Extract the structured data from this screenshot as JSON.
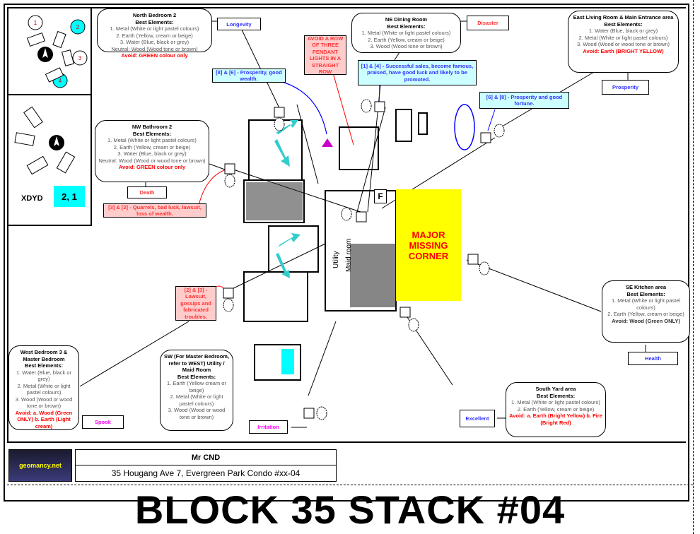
{
  "compass_panel": {
    "numbers": [
      "1",
      "2",
      "3",
      "4"
    ],
    "highlighted": [
      "2",
      "4"
    ]
  },
  "xdyd": {
    "label": "XDYD",
    "value": "2, 1"
  },
  "bubbles": {
    "north_bedroom": {
      "title": "North Bedroom 2",
      "subtitle": "Best Elements:",
      "lines": [
        "1. Metal (White or light pastel colours)",
        "2. Earth (Yellow, cream or beige)",
        "3. Water (Blue, black or grey)",
        "Neutral: Wood (Wood tone or brown)"
      ],
      "avoid": "Avoid: GREEN colour only"
    },
    "ne_dining": {
      "title": "NE Dining Room",
      "subtitle": "Best Elements:",
      "lines": [
        "1. Metal (White or light pastel colours)",
        "2. Earth (Yellow, cream or beige)",
        "3. Wood (Wood tone or brown)"
      ],
      "avoid": ""
    },
    "east_living": {
      "title": "East Living Room & Main Entrance area",
      "subtitle": "Best Elements:",
      "lines": [
        "1. Water (Blue, black or grey)",
        "2. Metal (White or light pastel colours)",
        "3. Wood (Wood or wood tone or brown)"
      ],
      "avoid": "Avoid: Earth (BRIGHT YELLOW)"
    },
    "nw_bathroom": {
      "title": "NW Bathroom 2",
      "subtitle": "Best Elements:",
      "lines": [
        "1. Metal (White or light pastel colours)",
        "2. Earth (Yellow, cream or beige)",
        "3. Water (Blue, black or grey)",
        "Neutral: Wood (Wood or wood tone or brown)"
      ],
      "avoid": "Avoid: GREEN colour only"
    },
    "se_kitchen": {
      "title": "SE Kitchen area",
      "subtitle": "Best Elements:",
      "lines": [
        "1. Metal (White or light pastel colours)",
        "2. Earth (Yellow, cream or beige)"
      ],
      "avoid": "Avoid: Wood (Green ONLY)"
    },
    "west_bedroom": {
      "title": "West Bedroom 3 & Master Bedroom",
      "subtitle": "Best Elements:",
      "lines": [
        "1. Water (Blue, black or grey)",
        "2. Metal (White or light pastel colours)",
        "3. Wood (Wood or wood tone or brown)"
      ],
      "avoid": "Avoid: a. Wood (Green ONLY) b. Earth (Light cream)"
    },
    "sw_utility": {
      "title": "SW (For Master Bedroom, refer to WEST) Utility / Maid Room",
      "subtitle": "Best Elements:",
      "lines": [
        "1. Earth (Yellow cream or beige)",
        "2. Metal (White or light pastel colours)",
        "3. Wood (Wood or wood tone or brown)"
      ],
      "avoid": ""
    },
    "south_yard": {
      "title": "South Yard area",
      "subtitle": "Best Elements:",
      "lines": [
        "1. Metal (White or light pastel colours)",
        "2. Earth (Yellow, cream or beige)"
      ],
      "avoid": "Avoid: a. Earth (Bright Yellow) b. Fire (Bright Red)"
    }
  },
  "tags": {
    "longevity": "Longevity",
    "disaster": "Disaster",
    "prosperity": "Prosperity",
    "death": "Death",
    "health": "Health",
    "spook": "Spook",
    "irritation": "Irritation",
    "excellent": "Excellent"
  },
  "notes": {
    "prosperity_wealth": "[8] & [6] - Prosperity, good wealth.",
    "successful_sales": "[1] & [4] - Successful sales, become famous, praised, have good luck and likely to be promoted.",
    "prosperity_fortune": "[6] & [8] - Prosperity and good fortune.",
    "avoid_pendant": "AVOID A ROW OF THREE PENDANT LIGHTS IN A STRAIGHT ROW",
    "quarrels": "[3] & [2] - Quarrels, bad luck, lawsuit, loss of wealth.",
    "lawsuit": "[2] & [3] - Lawsuit, gossips and fabricated troubles."
  },
  "floorplan": {
    "missing_corner": "MAJOR MISSING CORNER",
    "fridge_label": "F",
    "utility_label": "Utility",
    "maid_room_label": "Maid room"
  },
  "title_block": {
    "logo_text": "geomancy.net",
    "client_name": "Mr CND",
    "address": "35 Hougang Ave 7, Evergreen Park Condo #xx-04"
  },
  "page_title": "BLOCK 35 STACK #04",
  "colors": {
    "missing_corner": "#ffff00",
    "note_cyan": "#ccffff",
    "note_pink": "#ffcccc",
    "arrow_cyan": "#33cccc",
    "triangle_magenta": "#cc00cc"
  }
}
